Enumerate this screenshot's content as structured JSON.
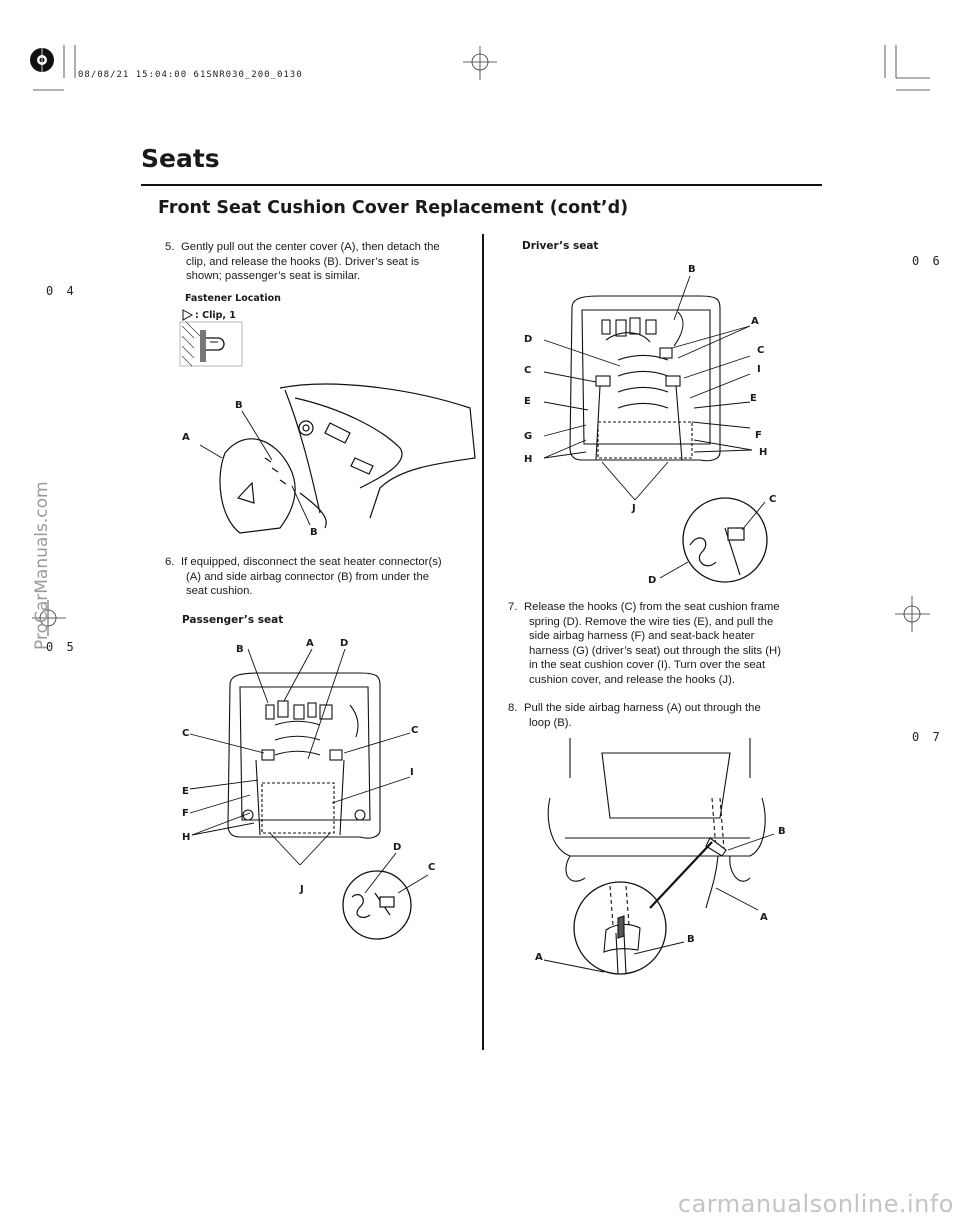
{
  "header": {
    "print_stamp": "08/08/21 15:04:00 61SNR030_200_0130",
    "section_title": "Seats",
    "subtitle": "Front Seat Cushion Cover Replacement (cont’d)"
  },
  "margin_marks": {
    "left_top": "0 4",
    "left_bottom": "0 5",
    "right_top": "0 6",
    "right_bottom": "0 7"
  },
  "steps": {
    "step5": {
      "number": "5.",
      "lines": [
        "Gently pull out the center cover (A), then detach the",
        "clip, and release the hooks (B). Driver’s seat is",
        "shown; passenger’s seat is similar."
      ]
    },
    "step6": {
      "number": "6.",
      "lines": [
        "If equipped, disconnect the seat heater connector(s)",
        "(A) and side airbag connector (B) from under the",
        "seat cushion."
      ]
    },
    "step7": {
      "number": "7.",
      "lines": [
        "Release the hooks (C) from the seat cushion frame",
        "spring (D). Remove the wire ties (E), and pull the",
        "side airbag harness (F) and seat-back heater",
        "harness (G) (driver’s seat) out through the slits (H)",
        "in the seat cushion cover (I). Turn over the seat",
        "cushion cover, and release the hooks (J)."
      ]
    },
    "step8": {
      "number": "8.",
      "lines": [
        "Pull the side airbag harness (A) out through the",
        "loop (B)."
      ]
    }
  },
  "captions": {
    "fastener_location": "Fastener Location",
    "clip_legend": ": Clip, 1",
    "passenger_seat": "Passenger’s seat",
    "driver_seat": "Driver’s seat"
  },
  "figure1_labels": {
    "b_top": "B",
    "a": "A",
    "b_bottom": "B"
  },
  "figure_passenger_labels": {
    "b": "B",
    "a": "A",
    "d_top": "D",
    "c_left": "C",
    "c_right": "C",
    "e": "E",
    "i": "I",
    "f": "F",
    "h": "H",
    "d_detail": "D",
    "c_detail": "C",
    "j": "J"
  },
  "figure_driver_labels": {
    "b": "B",
    "a": "A",
    "d": "D",
    "c_right": "C",
    "c_left": "C",
    "i": "I",
    "e_left": "E",
    "e_right": "E",
    "g": "G",
    "f": "F",
    "h_left": "H",
    "h_right": "H",
    "j": "J",
    "c_detail": "C",
    "d_detail": "D"
  },
  "figure_step8_labels": {
    "b_top": "B",
    "a_top": "A",
    "b_detail": "B",
    "a_detail": "A"
  },
  "watermarks": {
    "side": "ProCarManuals.com",
    "footer": "carmanualsonline.info"
  }
}
